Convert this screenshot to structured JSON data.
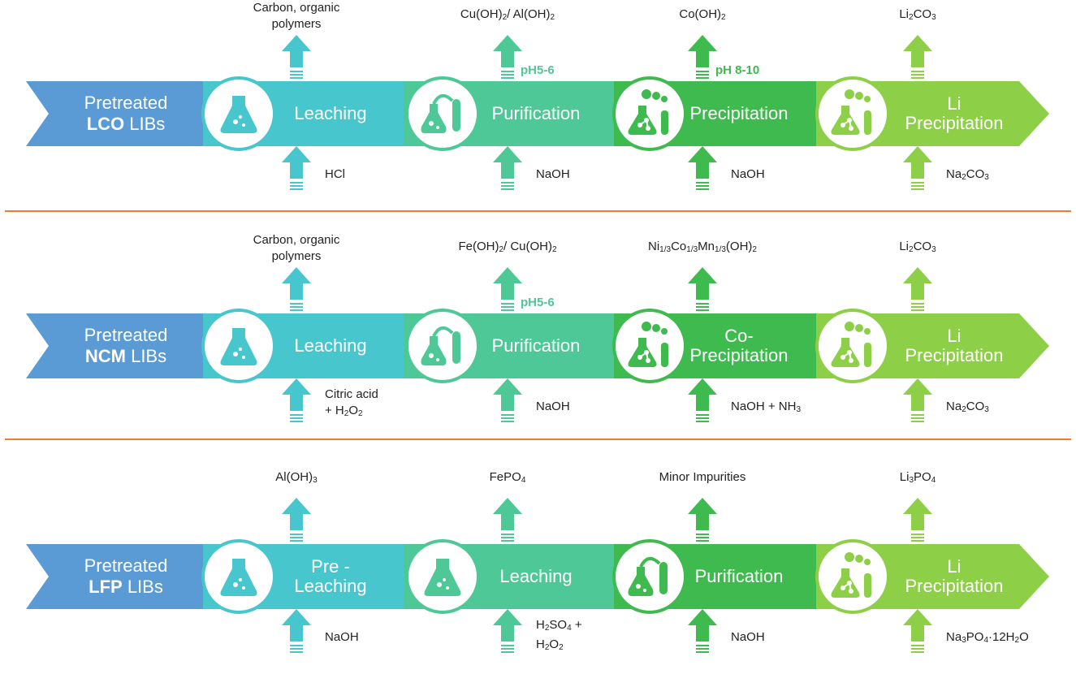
{
  "colors": {
    "start": "#5b9bd5",
    "c1": "#48c6cd",
    "c2": "#4dc896",
    "c3": "#3fba4f",
    "c4": "#8ecf48",
    "separator": "#ef7d31"
  },
  "rows": [
    {
      "start_line1": "Pretreated",
      "start_strong": "LCO",
      "start_rest": " LIBs",
      "stages": [
        {
          "l1": "Leaching",
          "l2": "",
          "icon": "flask-icon",
          "out1": "Carbon, organic",
          "out2": "polymers",
          "in1": "HCl",
          "in2": "",
          "ph": ""
        },
        {
          "l1": "Purification",
          "l2": "",
          "icon": "distillation-icon",
          "out1": "Cu(OH)2/ Al(OH)2",
          "out2": "",
          "in1": "NaOH",
          "in2": "",
          "ph": "pH5-6"
        },
        {
          "l1": "Precipitation",
          "l2": "",
          "icon": "molecule-flask-icon",
          "out1": "Co(OH)2",
          "out2": "",
          "in1": "NaOH",
          "in2": "",
          "ph": "pH 8-10"
        },
        {
          "l1": "Li",
          "l2": "Precipitation",
          "icon": "molecule-flask-icon",
          "out1": "Li2CO3",
          "out2": "",
          "in1": "Na2CO3",
          "in2": "",
          "ph": ""
        }
      ]
    },
    {
      "start_line1": "Pretreated",
      "start_strong": "NCM",
      "start_rest": " LIBs",
      "stages": [
        {
          "l1": "Leaching",
          "l2": "",
          "icon": "flask-icon",
          "out1": "Carbon, organic",
          "out2": "polymers",
          "in1": "Citric acid",
          "in2": "+ H2O2",
          "ph": ""
        },
        {
          "l1": "Purification",
          "l2": "",
          "icon": "distillation-icon",
          "out1": "Fe(OH)2/ Cu(OH)2",
          "out2": "",
          "in1": "NaOH",
          "in2": "",
          "ph": "pH5-6"
        },
        {
          "l1": "Co-",
          "l2": "Precipitation",
          "icon": "molecule-flask-icon",
          "out1": "Ni1/3Co1/3Mn1/3(OH)2",
          "out2": "",
          "in1": "NaOH + NH3",
          "in2": "",
          "ph": ""
        },
        {
          "l1": "Li",
          "l2": "Precipitation",
          "icon": "molecule-flask-icon",
          "out1": "Li2CO3",
          "out2": "",
          "in1": "Na2CO3",
          "in2": "",
          "ph": ""
        }
      ]
    },
    {
      "start_line1": "Pretreated",
      "start_strong": "LFP",
      "start_rest": " LIBs",
      "stages": [
        {
          "l1": "Pre -",
          "l2": "Leaching",
          "icon": "flask-icon",
          "out1": "Al(OH)3",
          "out2": "",
          "in1": "NaOH",
          "in2": "",
          "ph": ""
        },
        {
          "l1": "Leaching",
          "l2": "",
          "icon": "flask-icon",
          "out1": "FePO4",
          "out2": "",
          "in1": "H2SO4 +",
          "in2": "H2O2",
          "ph": ""
        },
        {
          "l1": "Purification",
          "l2": "",
          "icon": "distillation-icon",
          "out1": "Minor Impurities",
          "out2": "",
          "in1": "NaOH",
          "in2": "",
          "ph": ""
        },
        {
          "l1": "Li",
          "l2": "Precipitation",
          "icon": "molecule-flask-icon",
          "out1": "Li3PO4",
          "out2": "",
          "in1": "Na3PO4·12H2O",
          "in2": "",
          "ph": ""
        }
      ]
    }
  ]
}
